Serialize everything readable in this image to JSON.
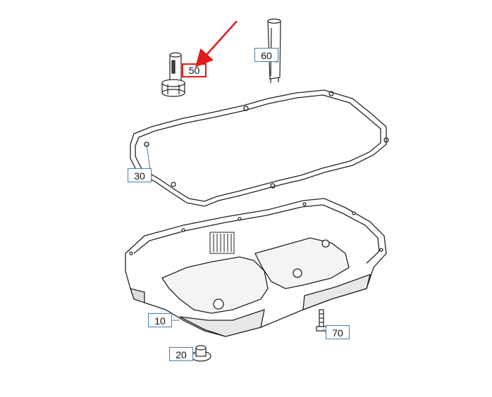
{
  "diagram": {
    "callouts": [
      {
        "id": "10",
        "label": "10",
        "part": "oil-pan"
      },
      {
        "id": "20",
        "label": "20",
        "part": "drain-plug"
      },
      {
        "id": "30",
        "label": "30",
        "part": "pan-gasket"
      },
      {
        "id": "50",
        "label": "50",
        "part": "connector-sleeve",
        "highlighted": true
      },
      {
        "id": "60",
        "label": "60",
        "part": "filler-tube"
      },
      {
        "id": "70",
        "label": "70",
        "part": "pan-bolt"
      }
    ],
    "highlight_color": "#e01b1b",
    "callout_border_color": "#4a7fa8"
  }
}
